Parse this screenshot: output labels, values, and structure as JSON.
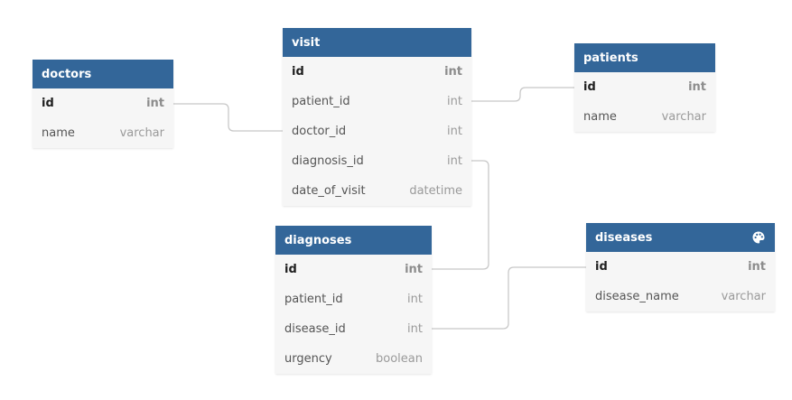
{
  "tables": {
    "doctors": {
      "title": "doctors",
      "fields": [
        {
          "name": "id",
          "type": "int"
        },
        {
          "name": "name",
          "type": "varchar"
        }
      ]
    },
    "visit": {
      "title": "visit",
      "fields": [
        {
          "name": "id",
          "type": "int"
        },
        {
          "name": "patient_id",
          "type": "int"
        },
        {
          "name": "doctor_id",
          "type": "int"
        },
        {
          "name": "diagnosis_id",
          "type": "int"
        },
        {
          "name": "date_of_visit",
          "type": "datetime"
        }
      ]
    },
    "patients": {
      "title": "patients",
      "fields": [
        {
          "name": "id",
          "type": "int"
        },
        {
          "name": "name",
          "type": "varchar"
        }
      ]
    },
    "diagnoses": {
      "title": "diagnoses",
      "fields": [
        {
          "name": "id",
          "type": "int"
        },
        {
          "name": "patient_id",
          "type": "int"
        },
        {
          "name": "disease_id",
          "type": "int"
        },
        {
          "name": "urgency",
          "type": "boolean"
        }
      ]
    },
    "diseases": {
      "title": "diseases",
      "header_icon": "palette-icon",
      "fields": [
        {
          "name": "id",
          "type": "int"
        },
        {
          "name": "disease_name",
          "type": "varchar"
        }
      ]
    }
  },
  "colors": {
    "header": "#336699",
    "body": "#f6f6f6",
    "connector": "#c8c8c8"
  }
}
